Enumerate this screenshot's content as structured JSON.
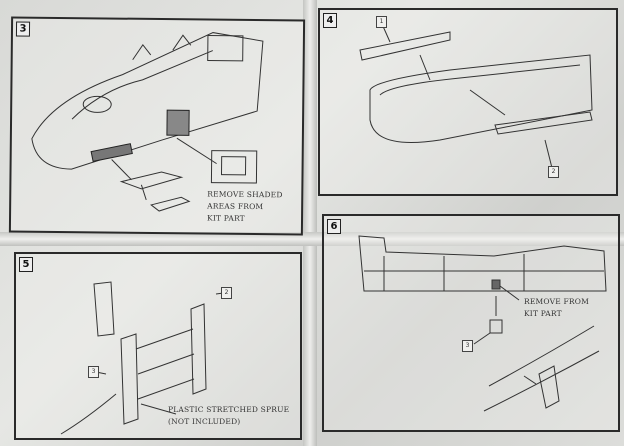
{
  "panels": [
    {
      "number": "3",
      "note": "REMOVE SHADED\nAREAS FROM\nKIT PART"
    },
    {
      "number": "4",
      "part_labels": [
        "1",
        "2"
      ]
    },
    {
      "number": "5",
      "part_labels": [
        "2",
        "3"
      ],
      "note": "PLASTIC STRETCHED SPRUE\n(NOT INCLUDED)"
    },
    {
      "number": "6",
      "part_labels": [
        "3"
      ],
      "note": "REMOVE FROM\nKIT PART"
    }
  ]
}
